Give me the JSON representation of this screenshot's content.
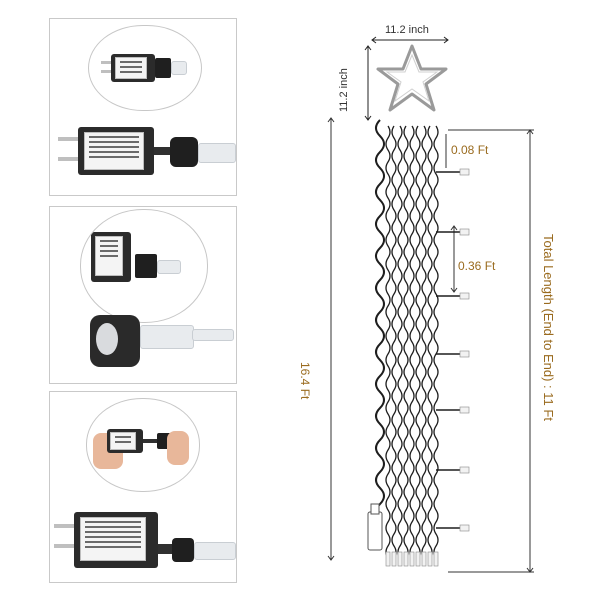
{
  "diagram": {
    "width_label": "11.2 inch",
    "height_label": "11.2 inch",
    "spacing_top_label": "0.08 Ft",
    "spacing_mid_label": "0.36 Ft",
    "height_total_label": "16.4 Ft",
    "total_length_label": "Total Length (End to End) : 11 Ft"
  },
  "colors": {
    "annotation": "#9a6b1f",
    "wire": "#1e1e1e",
    "border": "#c9c9c9"
  }
}
